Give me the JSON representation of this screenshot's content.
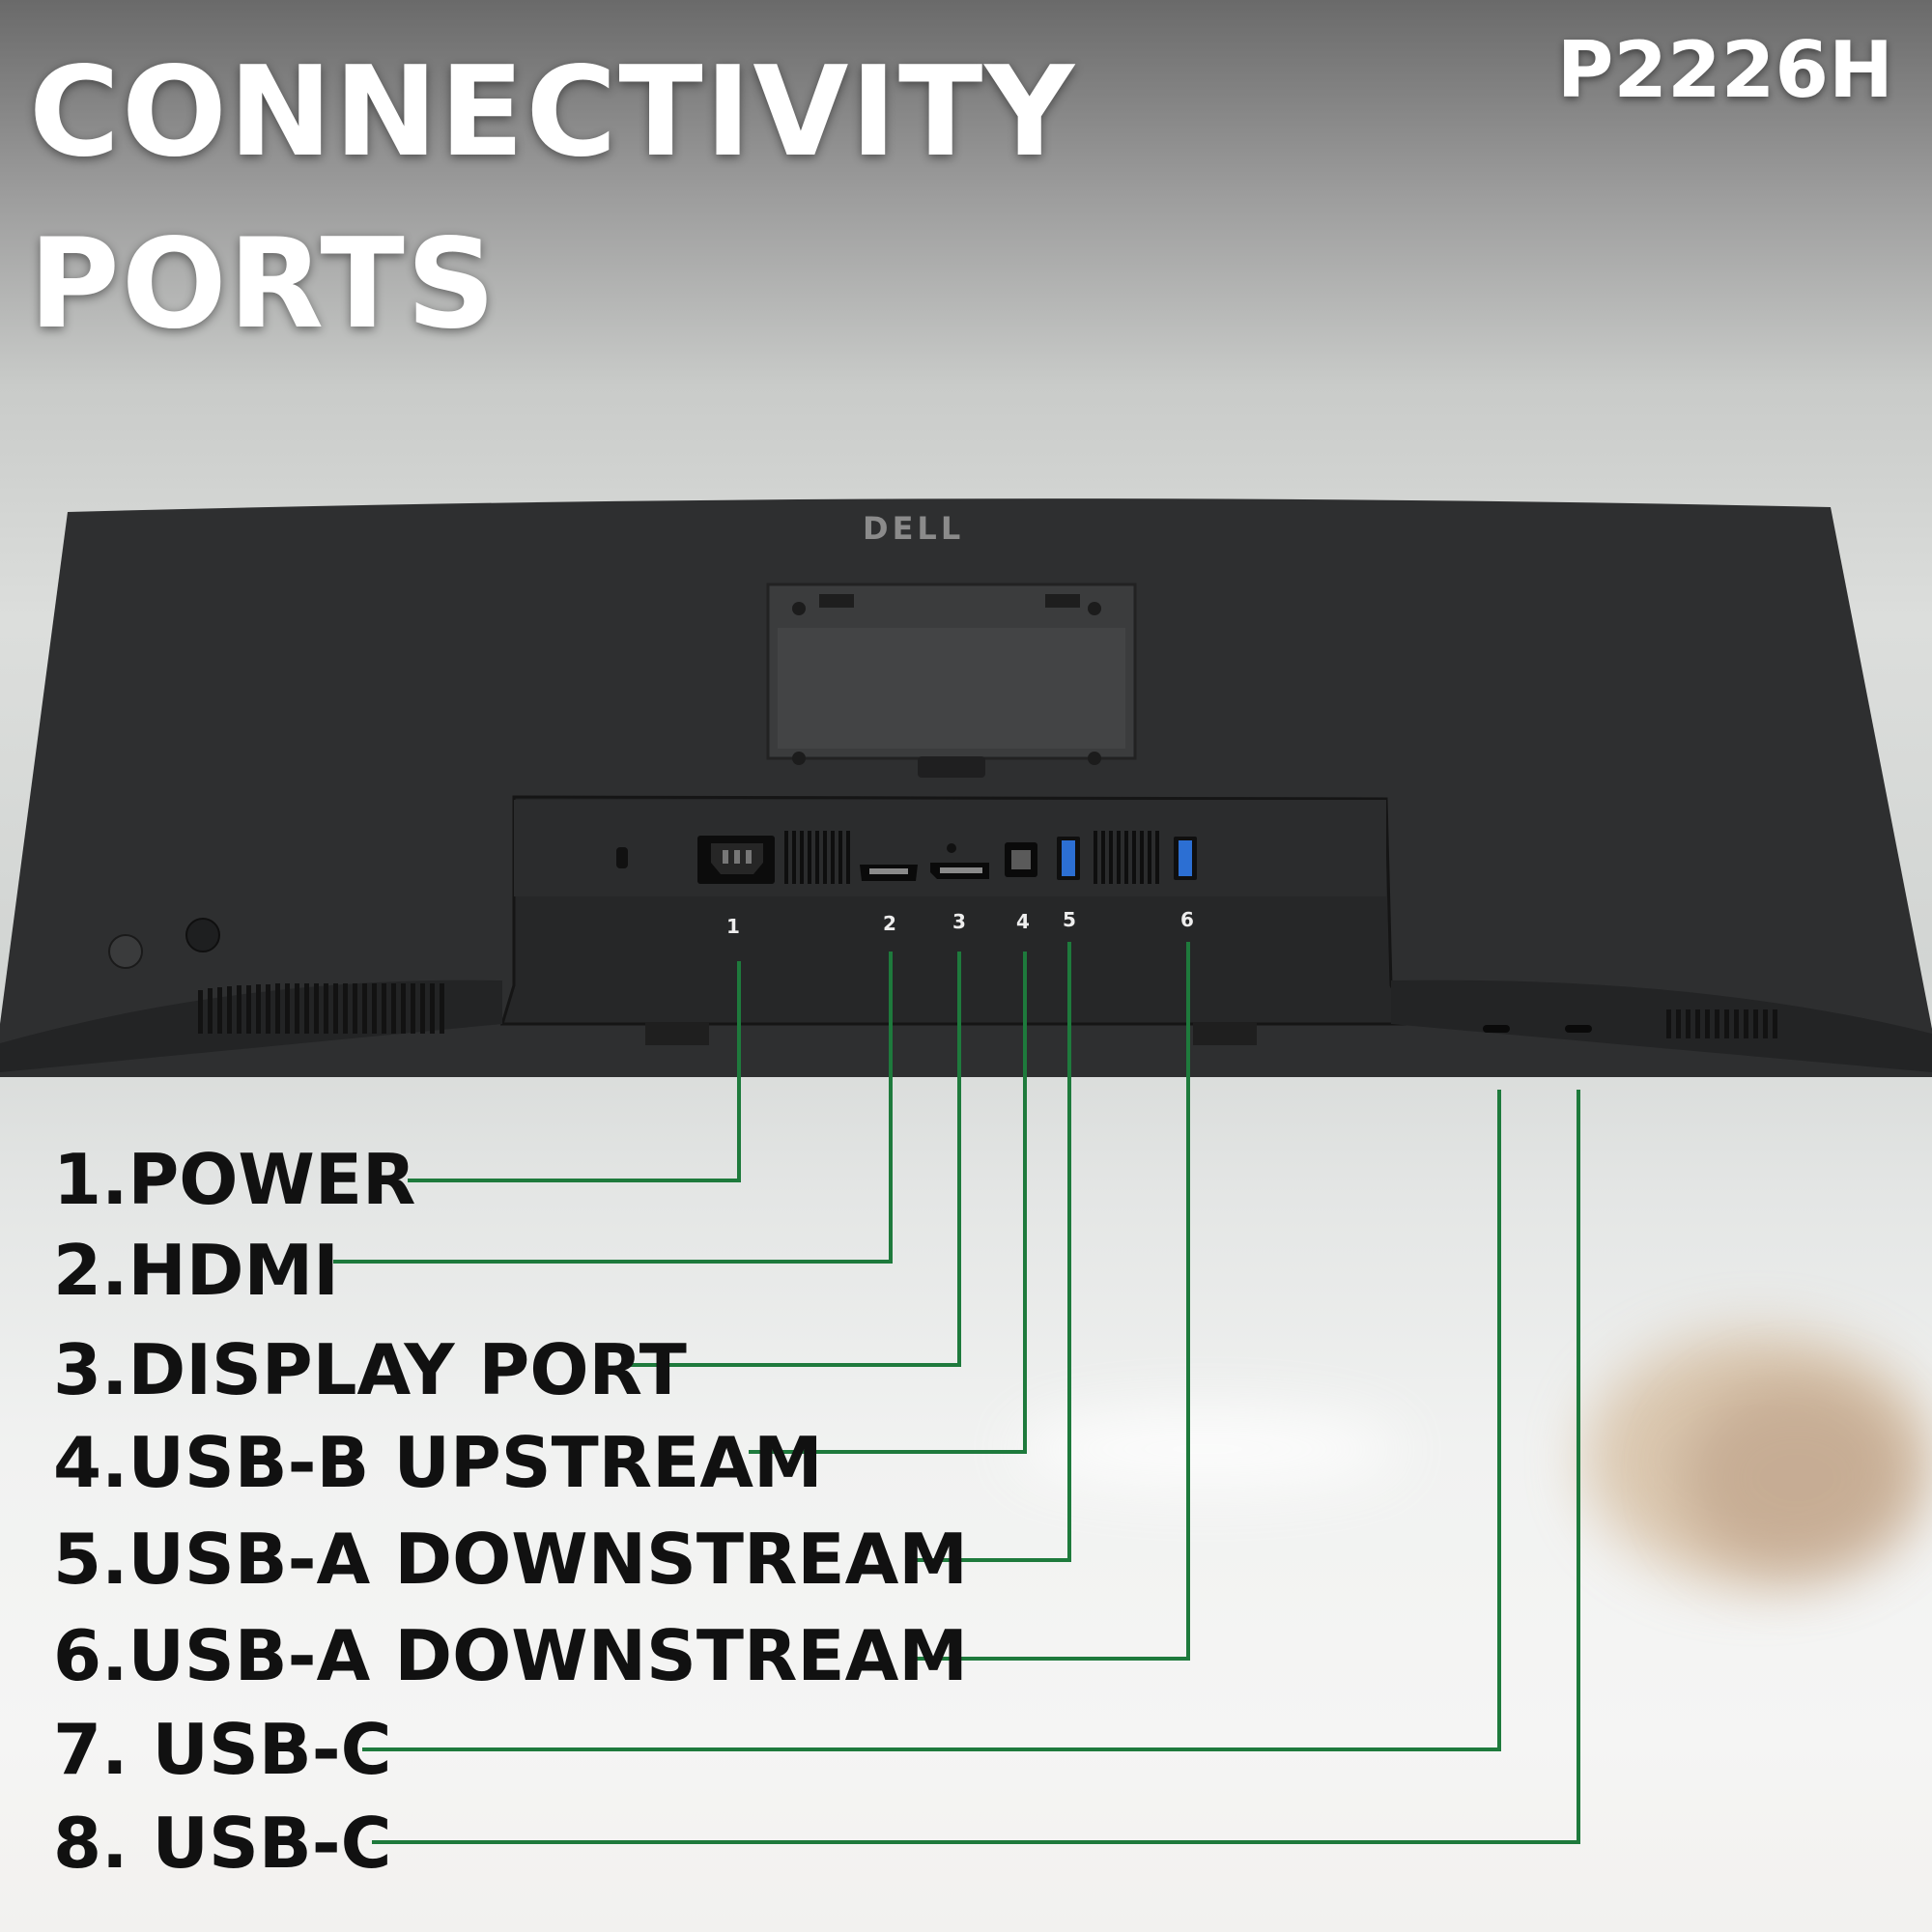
{
  "heading": {
    "line1": "CONNECTIVITY",
    "line2": "PORTS"
  },
  "model": "P2226H",
  "brand": "DELL",
  "accent_color": "#1e7a3c",
  "port_numbers": [
    "1",
    "2",
    "3",
    "4",
    "5",
    "6"
  ],
  "ports": [
    {
      "label": "1.POWER"
    },
    {
      "label": "2.HDMI"
    },
    {
      "label": "3.DISPLAY PORT"
    },
    {
      "label": "4.USB-B UPSTREAM"
    },
    {
      "label": "5.USB-A DOWNSTREAM"
    },
    {
      "label": "6.USB-A DOWNSTREAM"
    },
    {
      "label": "7. USB-C"
    },
    {
      "label": "8. USB-C"
    }
  ]
}
